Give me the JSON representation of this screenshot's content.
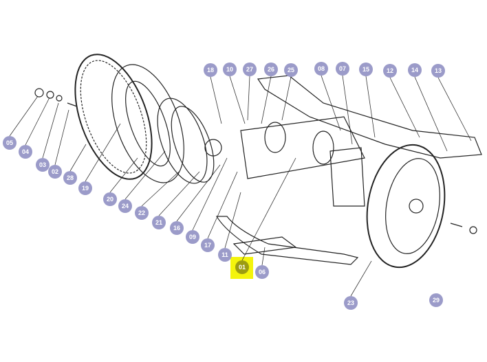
{
  "diagram": {
    "highlighted_part": "01",
    "colors": {
      "callout": "#9b9bc9",
      "highlight": "#f4f40c",
      "highlight_callout": "#9c9c12"
    },
    "callouts": [
      {
        "label": "18"
      },
      {
        "label": "10"
      },
      {
        "label": "27"
      },
      {
        "label": "26"
      },
      {
        "label": "25"
      },
      {
        "label": "08"
      },
      {
        "label": "07"
      },
      {
        "label": "15"
      },
      {
        "label": "12"
      },
      {
        "label": "14"
      },
      {
        "label": "13"
      },
      {
        "label": "05"
      },
      {
        "label": "04"
      },
      {
        "label": "03"
      },
      {
        "label": "02"
      },
      {
        "label": "28"
      },
      {
        "label": "19"
      },
      {
        "label": "20"
      },
      {
        "label": "24"
      },
      {
        "label": "22"
      },
      {
        "label": "21"
      },
      {
        "label": "16"
      },
      {
        "label": "09"
      },
      {
        "label": "17"
      },
      {
        "label": "11"
      },
      {
        "label": "01"
      },
      {
        "label": "06"
      },
      {
        "label": "23"
      },
      {
        "label": "29"
      }
    ]
  }
}
